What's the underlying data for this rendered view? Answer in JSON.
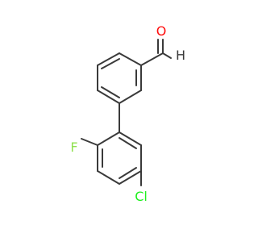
{
  "molecule": {
    "atoms": {
      "oxygen": "O",
      "hydrogen": "H",
      "fluorine": "F",
      "chlorine": "Cl"
    },
    "colors": {
      "bond": "#3a3a3a",
      "oxygen": "#ff0d0d",
      "hydrogen": "#3a3a3a",
      "fluorine": "#90e050",
      "chlorine": "#1ff01f"
    }
  }
}
